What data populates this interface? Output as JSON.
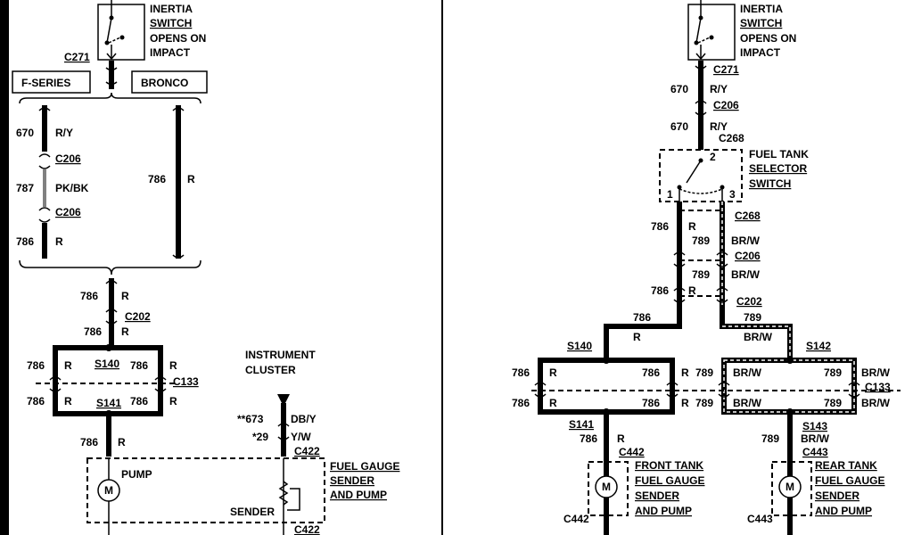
{
  "left": {
    "inertia": [
      "INERTIA",
      "SWITCH",
      "OPENS ON",
      "IMPACT"
    ],
    "c271": "C271",
    "fseries": "F-SERIES",
    "bronco": "BRONCO",
    "w670": "670",
    "ry": "R/Y",
    "c206a": "C206",
    "w787": "787",
    "pkbk": "PK/BK",
    "c206b": "C206",
    "w786a": "786",
    "r_a": "R",
    "w786b": "786",
    "r_b": "R",
    "w786c": "786",
    "r_c": "R",
    "c202": "C202",
    "w786d": "786",
    "r_d": "R",
    "s140": "S140",
    "w786e": "786",
    "r_e": "R",
    "w786f": "786",
    "r_f": "R",
    "c133": "C133",
    "s141": "S141",
    "w786g": "786",
    "r_g": "R",
    "w786h": "786",
    "r_h": "R",
    "w786i": "786",
    "r_i": "R",
    "cluster": [
      "INSTRUMENT",
      "CLUSTER"
    ],
    "w673": "**673",
    "dby": "DB/Y",
    "w29": "*29",
    "yw": "Y/W",
    "c422a": "C422",
    "pump": "PUMP",
    "sender": "SENDER",
    "gauge": [
      "FUEL GAUGE",
      "SENDER",
      "AND PUMP"
    ],
    "c422b": "C422"
  },
  "right": {
    "inertia": [
      "INERTIA",
      "SWITCH",
      "OPENS ON",
      "IMPACT"
    ],
    "c271": "C271",
    "w670a": "670",
    "ry_a": "R/Y",
    "c206": "C206",
    "w670b": "670",
    "ry_b": "R/Y",
    "c268": "C268",
    "selector": [
      "FUEL TANK",
      "SELECTOR",
      "SWITCH"
    ],
    "pin1": "1",
    "pin2": "2",
    "pin3": "3",
    "c268b": "C268",
    "w786a": "786",
    "r_a": "R",
    "w789a": "789",
    "brw_a": "BR/W",
    "c206b": "C206",
    "w789b": "789",
    "brw_b": "BR/W",
    "w786b": "786",
    "r_b": "R",
    "c202": "C202",
    "w786c": "786",
    "r_c": "R",
    "w789c": "789",
    "brw_c": "BR/W",
    "s140": "S140",
    "s142": "S142",
    "w786d": "786",
    "r_d": "R",
    "w786e": "786",
    "r_e": "R",
    "w789d": "789",
    "brw_d": "BR/W",
    "w789e": "789",
    "brw_e": "BR/W",
    "c133": "C133",
    "w786f": "786",
    "r_f": "R",
    "w786g": "786",
    "r_g": "R",
    "w789f": "789",
    "brw_f": "BR/W",
    "w789g": "789",
    "brw_g": "BR/W",
    "s141": "S141",
    "w786h": "786",
    "r_h": "R",
    "s143": "S143",
    "w789h": "789",
    "brw_h": "BR/W",
    "c442": "C442",
    "c443": "C443",
    "front": [
      "FRONT TANK",
      "FUEL GAUGE",
      "SENDER",
      "AND PUMP"
    ],
    "rear": [
      "REAR TANK",
      "FUEL GAUGE",
      "SENDER",
      "AND PUMP"
    ],
    "c442b": "C442",
    "c443b": "C443"
  }
}
